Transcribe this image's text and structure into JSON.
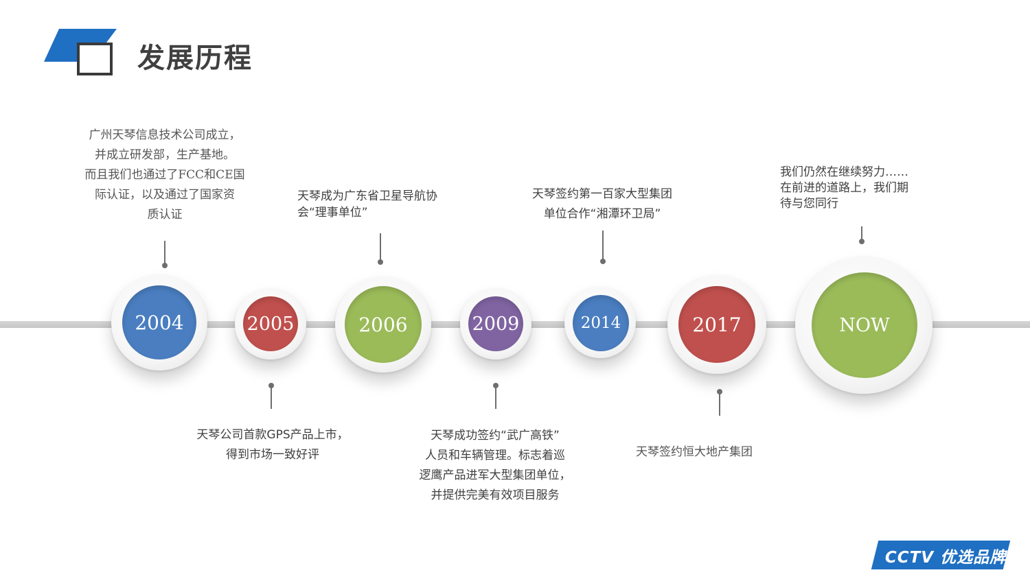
{
  "header": {
    "title": "发展历程",
    "icon": "square-bracket-logo-icon",
    "accent": "#1f6fc2"
  },
  "timeline": [
    {
      "year": "2004",
      "color": "#4a7ec0",
      "note": "广州天琴信息技术公司成立，\n并成立研发部，生产基地。\n而且我们也通过了FCC和CE国\n际认证，以及通过了国家资\n质认证"
    },
    {
      "year": "2005",
      "color": "#c0504d",
      "note": "天琴公司首款GPS产品上市，\n得到市场一致好评"
    },
    {
      "year": "2006",
      "color": "#9bbb59",
      "note": "天琴成为广东省卫星导航协\n会“理事单位”"
    },
    {
      "year": "2009",
      "color": "#8064a2",
      "note": "天琴成功签约“武广高铁”\n人员和车辆管理。标志着巡\n逻鹰产品进军大型集团单位，\n并提供完美有效项目服务"
    },
    {
      "year": "2014",
      "color": "#4a7ec0",
      "note": "天琴签约第一百家大型集团\n单位合作“湘潭环卫局”"
    },
    {
      "year": "2017",
      "color": "#c0504d",
      "note": "天琴签约恒大地产集团"
    },
    {
      "year": "NOW",
      "color": "#9bbb59",
      "note": "我们仍然在继续努力……\n在前进的道路上，我们期\n待与您同行"
    }
  ],
  "footer": {
    "badge": "CCTV 优选品牌",
    "badge_color": "#1f6fc2"
  }
}
